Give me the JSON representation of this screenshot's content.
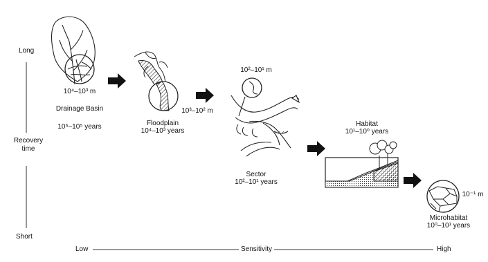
{
  "axes": {
    "y_top": "Long",
    "y_mid": "Recovery time",
    "y_bottom": "Short",
    "x_left": "Low",
    "x_mid": "Sensitivity",
    "x_right": "High"
  },
  "stages": [
    {
      "name": "Drainage Basin",
      "scale": "10⁴–10³ m",
      "time": "10⁶–10⁵ years"
    },
    {
      "name": "Floodplain",
      "scale": "10³–10² m",
      "time": "10⁴–10³ years"
    },
    {
      "name": "Sector",
      "scale": "10²–10¹ m",
      "time": "10²–10¹ years"
    },
    {
      "name": "Habitat",
      "scale": "",
      "time": "10¹–10⁰ years"
    },
    {
      "name": "Microhabitat",
      "scale": "10⁻¹ m",
      "time": "10⁰–10¹ years"
    }
  ]
}
